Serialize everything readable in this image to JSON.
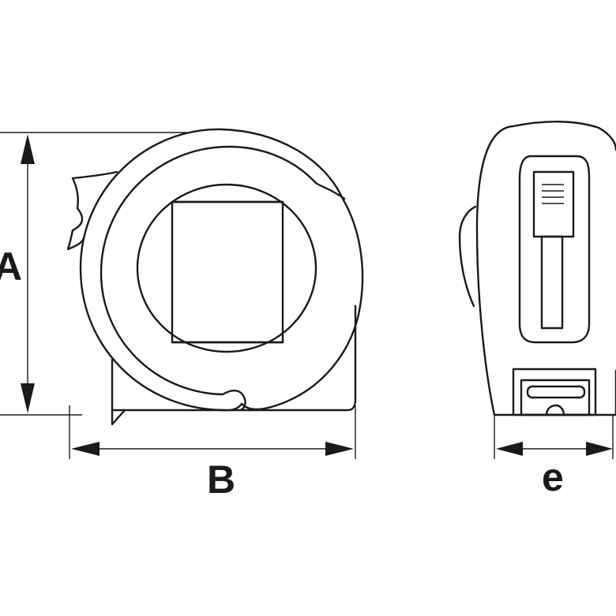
{
  "diagram": {
    "dimension_labels": {
      "height": "A",
      "length": "B",
      "width": "e"
    },
    "colors": {
      "line": "#1a1a1a",
      "background": "#ffffff"
    }
  }
}
